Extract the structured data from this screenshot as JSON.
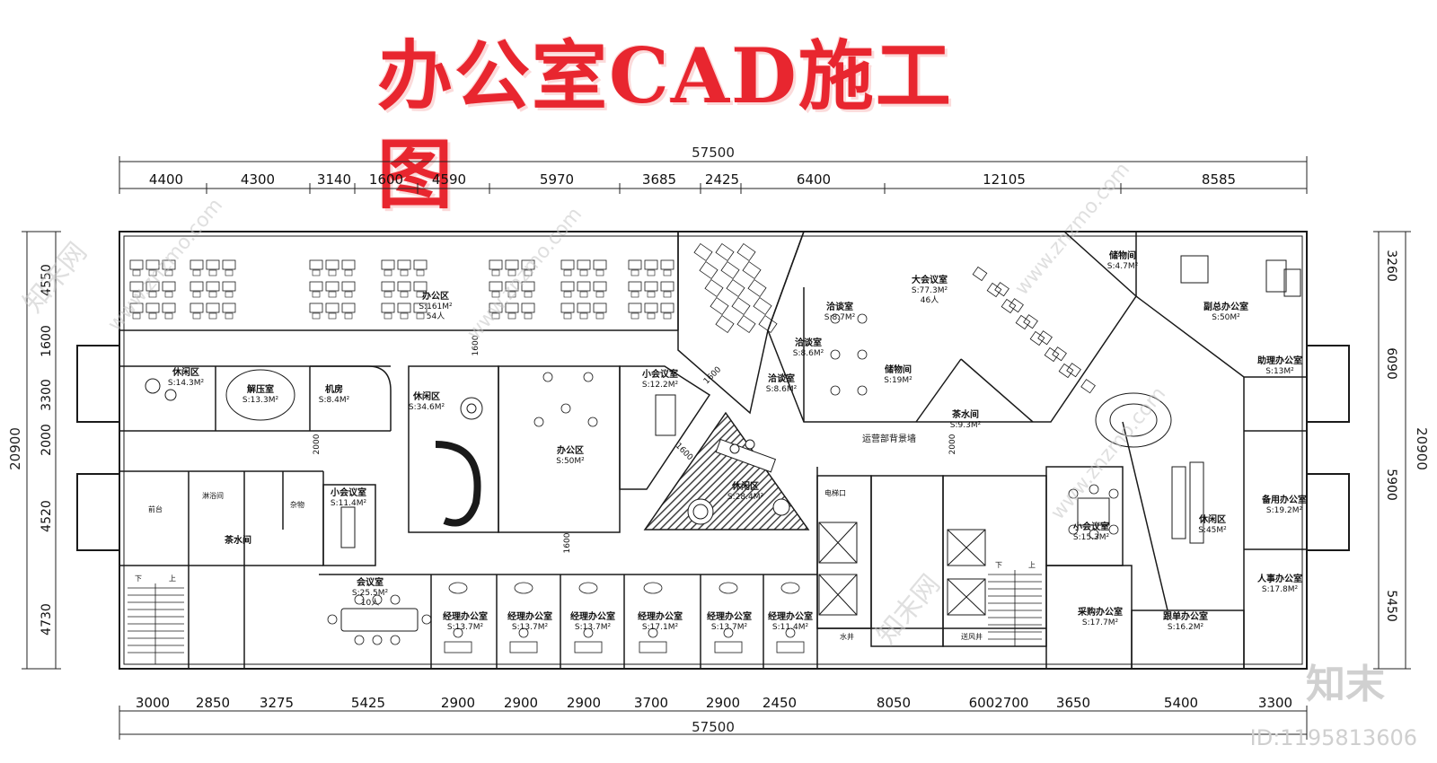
{
  "title": "办公室CAD施工图",
  "dimensions": {
    "top_total": "57500",
    "top": [
      "4400",
      "4300",
      "3140",
      "1600",
      "4590",
      "5970",
      "3685",
      "2425",
      "6400",
      "12105",
      "8585"
    ],
    "bottom_total": "57500",
    "bottom": [
      "3000",
      "2850",
      "3275",
      "5425",
      "2900",
      "2900",
      "2900",
      "3700",
      "2900",
      "2450",
      "8050",
      "6002700",
      "3650",
      "5400",
      "3300"
    ],
    "left_total": "20900",
    "left": [
      "4550",
      "1600",
      "3300",
      "2000",
      "4520",
      "4730"
    ],
    "right_total": "20900",
    "right": [
      "3260",
      "6090",
      "5900",
      "5450"
    ],
    "inner": [
      "1600",
      "2000",
      "1600",
      "1600",
      "1600",
      "2000"
    ]
  },
  "rooms": [
    {
      "name": "办公区",
      "area": "S:161M²",
      "extra": "54人"
    },
    {
      "name": "休闲区",
      "area": "S:14.3M²"
    },
    {
      "name": "解压室",
      "area": "S:13.3M²"
    },
    {
      "name": "机房",
      "area": "S:8.4M²"
    },
    {
      "name": "休闲区",
      "area": "S:34.6M²"
    },
    {
      "name": "办公区",
      "area": "S:50M²"
    },
    {
      "name": "小会议室",
      "area": "S:12.2M²"
    },
    {
      "name": "洽谈室",
      "area": "S:8.7M²"
    },
    {
      "name": "洽谈室",
      "area": "S:8.6M²"
    },
    {
      "name": "洽谈室",
      "area": "S:8.6M²"
    },
    {
      "name": "储物间",
      "area": "S:19M²"
    },
    {
      "name": "大会议室",
      "area": "S:77.3M²",
      "extra": "46人"
    },
    {
      "name": "茶水间",
      "area": "S:9.3M²"
    },
    {
      "name": "储物间",
      "area": "S:4.7M²"
    },
    {
      "name": "副总办公室",
      "area": "S:50M²"
    },
    {
      "name": "助理办公室",
      "area": "S:13M²"
    },
    {
      "name": "休闲区",
      "area": "S:28.4M²"
    },
    {
      "name": "小会议室",
      "area": "S:11.4M²"
    },
    {
      "name": "会议室",
      "area": "S:25.5M²",
      "extra": "10人"
    },
    {
      "name": "经理办公室",
      "area": "S:13.7M²"
    },
    {
      "name": "经理办公室",
      "area": "S:13.7M²"
    },
    {
      "name": "经理办公室",
      "area": "S:13.7M²"
    },
    {
      "name": "经理办公室",
      "area": "S:17.1M²"
    },
    {
      "name": "经理办公室",
      "area": "S:13.7M²"
    },
    {
      "name": "经理办公室",
      "area": "S:11.4M²"
    },
    {
      "name": "小会议室",
      "area": "S:15.3M²"
    },
    {
      "name": "采购办公室",
      "area": "S:17.7M²"
    },
    {
      "name": "跟单办公室",
      "area": "S:16.2M²"
    },
    {
      "name": "休闲区",
      "area": "S:45M²"
    },
    {
      "name": "备用办公室",
      "area": "S:19.2M²"
    },
    {
      "name": "人事办公室",
      "area": "S:17.8M²"
    },
    {
      "name": "茶水间",
      "area": ""
    }
  ],
  "labels": {
    "backdrop_wall": "运营部背景墙",
    "elevator_room": "电梯口",
    "water_well": "水井",
    "smoke_shaft": "送风井",
    "front_desk": "前台",
    "storage": "杂物",
    "shower_room": "淋浴间",
    "stair_down": "下",
    "stair_up": "上"
  },
  "watermarks": {
    "site": "www.znzmo.com",
    "brand": "知末网",
    "logo": "知末",
    "id": "ID:1195813606"
  },
  "colors": {
    "title": "#e8262f",
    "line": "#1a1a1a",
    "hatch": "#555555",
    "watermark": "#c9c9c9"
  }
}
